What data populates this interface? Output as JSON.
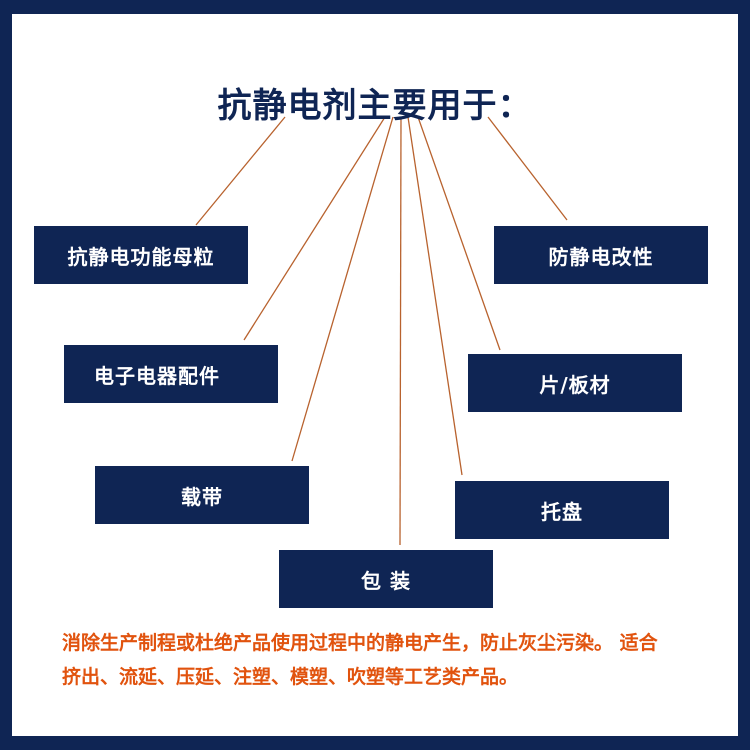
{
  "colors": {
    "navy": "#0f2554",
    "connector": "#b8622e",
    "accent": "#e1530e",
    "background": "#ffffff"
  },
  "title": "抗静电剂主要用于：",
  "items": [
    {
      "label": "抗静电功能母粒"
    },
    {
      "label": "防静电改性"
    },
    {
      "label": "电子电器配件"
    },
    {
      "label": "片/板材"
    },
    {
      "label": "载带"
    },
    {
      "label": "托盘"
    },
    {
      "label": "包 装"
    }
  ],
  "description": "消除生产制程或杜绝产品使用过程中的静电产生，防止灰尘污染。 适合挤出、流延、压延、注塑、模塑、吹塑等工艺类产品。"
}
